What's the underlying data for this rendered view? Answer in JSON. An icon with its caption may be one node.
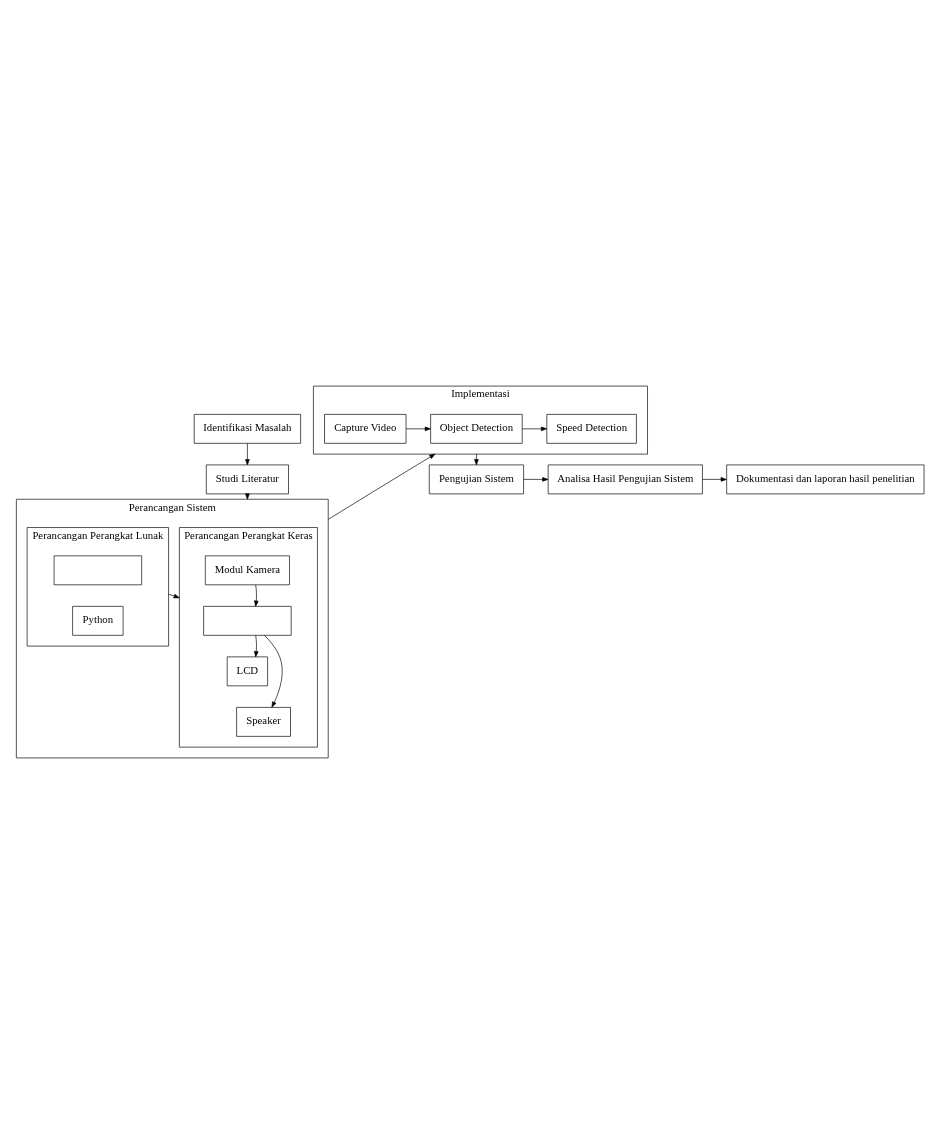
{
  "diagram": {
    "nodes": [
      {
        "text": [
          "Identifikasi Masalah"
        ]
      },
      {
        "text": [
          "Studi Literatur"
        ]
      },
      {
        "text": [
          "Perancangan Sistem"
        ]
      },
      {
        "text": [
          "Perancangan Perangkat Keras"
        ],
        "in": 2
      },
      {
        "text": [
          "Modul Kamera"
        ],
        "in": 3
      },
      {
        "text": [],
        "shape": "box",
        "in": 3
      },
      {
        "text": [
          "LCD"
        ],
        "in": 3
      },
      {
        "text": [
          "Speaker"
        ],
        "in": 3
      },
      {
        "text": [
          "Perancangan Perangkat Lunak"
        ],
        "in": 2
      },
      {
        "text": [],
        "shape": "box",
        "in": 8
      },
      {
        "text": [
          "Python"
        ],
        "in": 8
      },
      {
        "text": [
          "Implementasi"
        ]
      },
      {
        "text": [
          "Capture Video"
        ],
        "in": 11
      },
      {
        "text": [
          "Object Detection"
        ],
        "in": 11
      },
      {
        "text": [
          "Speed Detection"
        ],
        "in": 11
      },
      {
        "text": [
          "Pengujian Sistem"
        ]
      },
      {
        "text": [
          "Analisa Hasil Pengujian Sistem"
        ]
      },
      {
        "text": [
          "Dokumentasi dan laporan hasil penelitian"
        ]
      }
    ],
    "edges": [
      {
        "from": 0,
        "to": 1,
        "arrow": "to"
      },
      {
        "from": 1,
        "to": 2,
        "arrow": "to"
      },
      {
        "from": 4,
        "to": 5,
        "arrow": "to"
      },
      {
        "from": 5,
        "to": 6,
        "arrow": "to"
      },
      {
        "from": 5,
        "to": 7,
        "arrow": "to"
      },
      {
        "from": 8,
        "to": 3,
        "arrow": "to"
      },
      {
        "from": 2,
        "to": 11,
        "arrow": "to"
      },
      {
        "from": 12,
        "to": 13,
        "arrow": "to"
      },
      {
        "from": 13,
        "to": 14,
        "arrow": "to"
      },
      {
        "from": 11,
        "to": 15,
        "arrow": "to"
      },
      {
        "from": 15,
        "to": 16,
        "arrow": "to"
      },
      {
        "from": 16,
        "to": 17,
        "arrow": "to"
      }
    ]
  }
}
